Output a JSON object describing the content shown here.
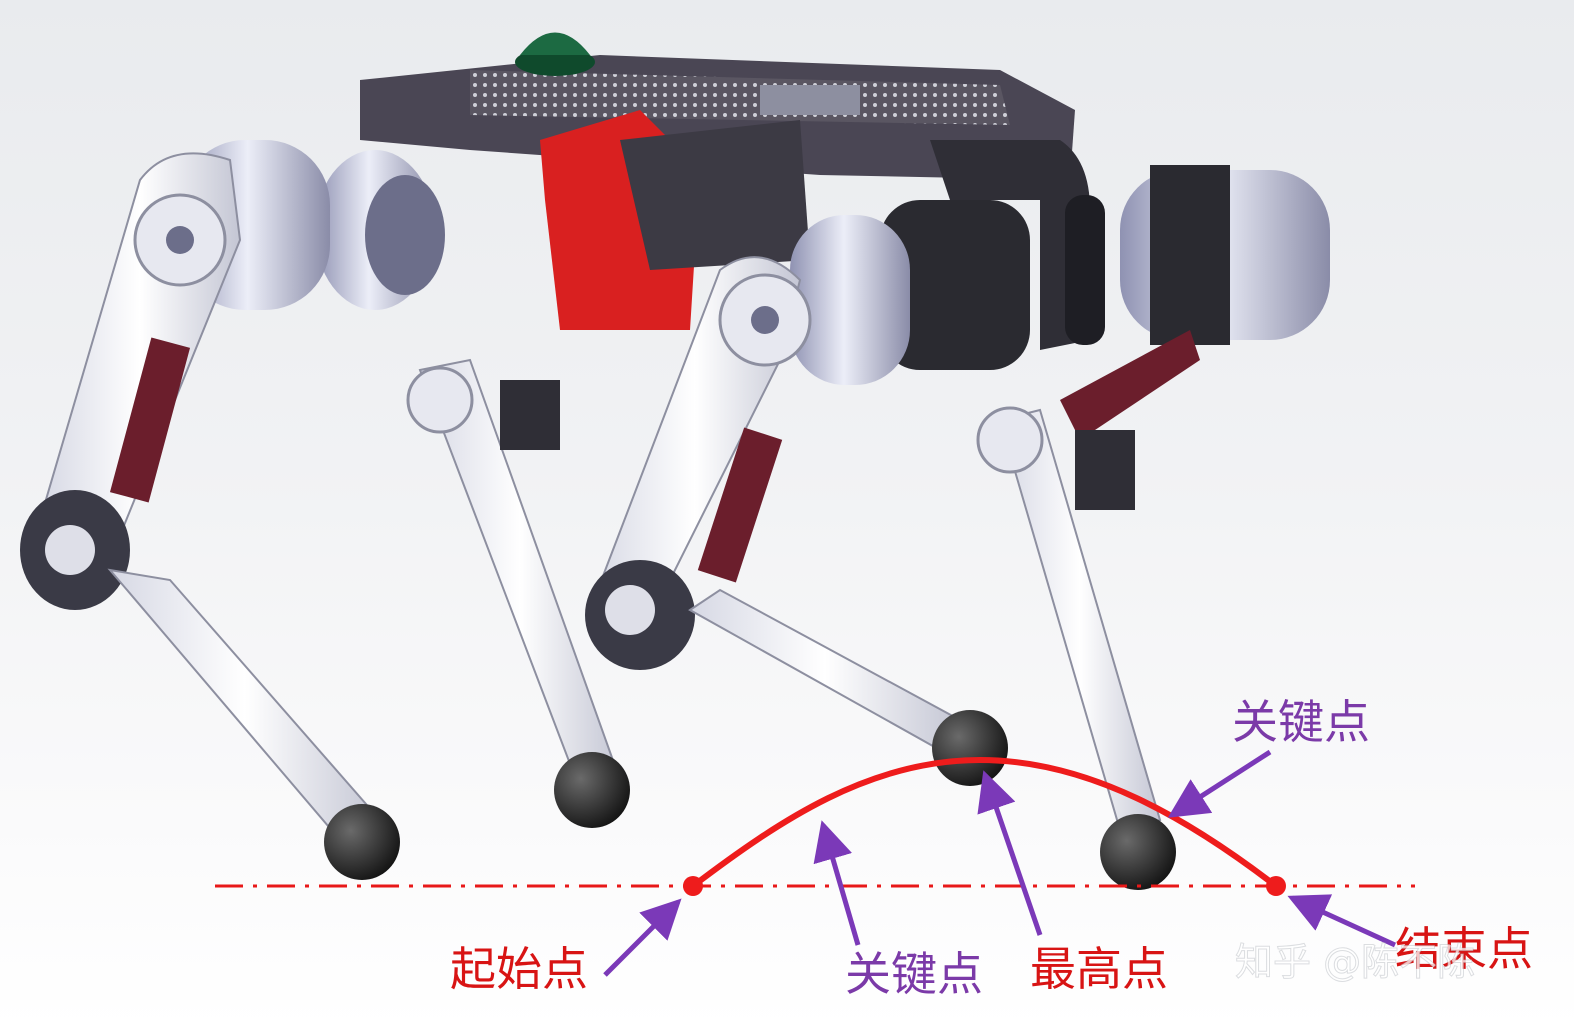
{
  "labels": {
    "start": "起始点",
    "key_lower": "关键点",
    "highest": "最高点",
    "end": "结束点",
    "key_upper": "关键点"
  },
  "watermark": "知乎 @陈不陈",
  "colors": {
    "trajectory": "#ee1c1c",
    "ground_line": "#e81818",
    "arrow": "#7b39b8",
    "label_red": "#d81414",
    "label_purple": "#7b3aa8",
    "robot_frame": "#4a4654",
    "robot_body_red": "#d92020",
    "motor": "#c9cbe0",
    "foot": "#2a2a2a"
  }
}
